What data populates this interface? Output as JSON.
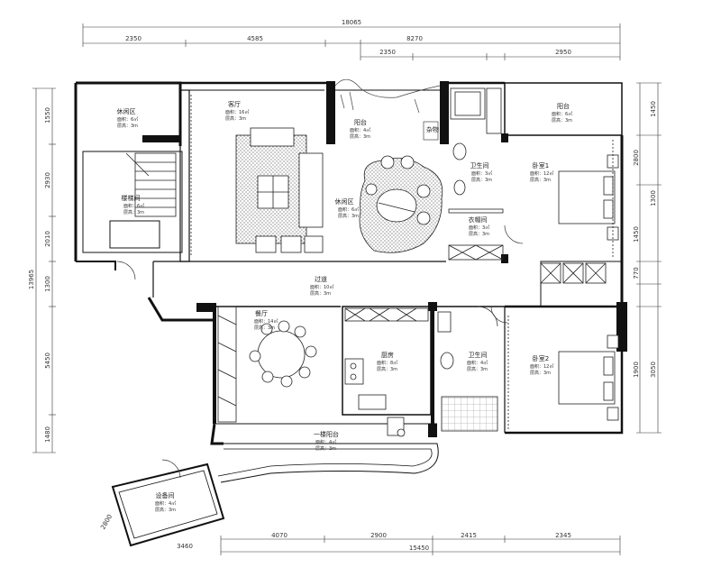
{
  "dimensions": {
    "top_total": "18065",
    "top_row": [
      "2350",
      "4585",
      "2350",
      "8270",
      "2950"
    ],
    "left_total": "13965",
    "left_row": [
      "1550",
      "2930",
      "2010",
      "1300",
      "5450",
      "1480"
    ],
    "right_row": [
      "1450",
      "2800",
      "1300",
      "1450",
      "770",
      "3050",
      "1900"
    ],
    "bottom_total": "15450",
    "bottom_row": [
      "4070",
      "2900",
      "2415",
      "2345"
    ],
    "corner_small": [
      "2800",
      "3460"
    ]
  },
  "rooms": [
    {
      "id": "leisure-area",
      "name": "休闲区",
      "area": "面积：6㎡",
      "height": "层高：3m"
    },
    {
      "id": "stairwell",
      "name": "楼梯间",
      "area": "面积：6㎡",
      "height": "层高：3m"
    },
    {
      "id": "living-room",
      "name": "客厅",
      "area": "面积：16㎡",
      "height": "层高：3m"
    },
    {
      "id": "balcony-north",
      "name": "阳台",
      "area": "面积：4㎡",
      "height": "层高：3m"
    },
    {
      "id": "leisure-room",
      "name": "休闲区",
      "area": "面积：6㎡",
      "height": "层高：3m"
    },
    {
      "id": "storage",
      "name": "杂物",
      "area": "",
      "height": ""
    },
    {
      "id": "bathroom-1",
      "name": "卫生间",
      "area": "面积：3㎡",
      "height": "层高：3m"
    },
    {
      "id": "cloakroom",
      "name": "衣帽间",
      "area": "面积：3㎡",
      "height": "层高：3m"
    },
    {
      "id": "balcony-ne",
      "name": "阳台",
      "area": "面积：6㎡",
      "height": "层高：3m"
    },
    {
      "id": "bedroom-1",
      "name": "卧室1",
      "area": "面积：12㎡",
      "height": "层高：3m"
    },
    {
      "id": "corridor",
      "name": "过道",
      "area": "面积：10㎡",
      "height": "层高：3m"
    },
    {
      "id": "dining-room",
      "name": "餐厅",
      "area": "面积：14㎡",
      "height": "层高：3m"
    },
    {
      "id": "kitchen",
      "name": "厨房",
      "area": "面积：8㎡",
      "height": "层高：3m"
    },
    {
      "id": "bathroom-2",
      "name": "卫生间",
      "area": "面积：4㎡",
      "height": "层高：3m"
    },
    {
      "id": "bedroom-2",
      "name": "卧室2",
      "area": "面积：12㎡",
      "height": "层高：3m"
    },
    {
      "id": "balcony-south",
      "name": "一楼阳台",
      "area": "面积：4㎡",
      "height": "层高：3m"
    },
    {
      "id": "utility-room",
      "name": "设备间",
      "area": "面积：4㎡",
      "height": "层高：3m"
    }
  ],
  "colors": {
    "wall": "#111111",
    "line": "#222222",
    "dim": "#333333",
    "rug": "#c8c8c8",
    "tile": "#888888"
  }
}
